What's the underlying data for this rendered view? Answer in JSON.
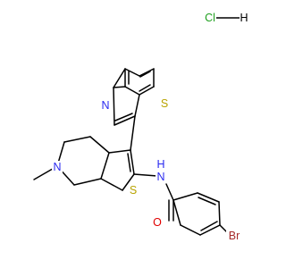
{
  "molecule": {
    "salt": {
      "chlorine": {
        "text": "Cl",
        "color": "#1FA01F"
      },
      "hydrogen": {
        "text": "H",
        "color": "#000000"
      }
    },
    "atoms": {
      "sulfur_benzothiazole": {
        "text": "S",
        "color": "#B8A300"
      },
      "nitrogen_benzothiazole": {
        "text": "N",
        "color": "#2A2AF0"
      },
      "sulfur_thiophene": {
        "text": "S",
        "color": "#B8A300"
      },
      "nitrogen_amide": {
        "text": "N",
        "color": "#2A2AF0"
      },
      "hydrogen_amide": {
        "text": "H",
        "color": "#2A2AF0"
      },
      "oxygen_carbonyl": {
        "text": "O",
        "color": "#E00000"
      },
      "bromine": {
        "text": "Br",
        "color": "#A52A2A"
      },
      "nitrogen_piperidine": {
        "text": "N",
        "color": "#2A2AF0"
      }
    }
  }
}
